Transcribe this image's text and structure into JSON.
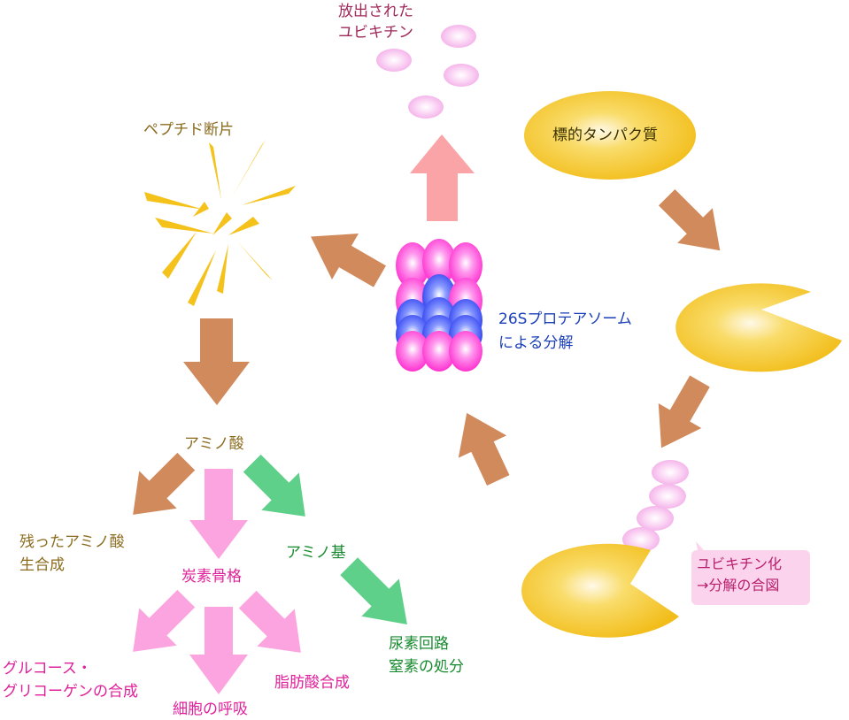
{
  "labels": {
    "released_ubiquitin_1": "放出された",
    "released_ubiquitin_2": "ユビキチン",
    "target_protein": "標的タンパク質",
    "peptide_fragments": "ペプチド断片",
    "proteasome_1": "26Sプロテアソーム",
    "proteasome_2": "による分解",
    "amino_acid": "アミノ酸",
    "remaining_aa_1": "残ったアミノ酸",
    "remaining_aa_2": "生合成",
    "carbon_skeleton": "炭素骨格",
    "amino_group": "アミノ基",
    "urea_cycle_1": "尿素回路",
    "urea_cycle_2": "窒素の処分",
    "glucose_1": "グルコース・",
    "glucose_2": "グリコーゲンの合成",
    "respiration": "細胞の呼吸",
    "fatty_acid": "脂肪酸合成",
    "ubiquitination_1": "ユビキチン化",
    "ubiquitination_2": "→分解の合図"
  },
  "colors": {
    "brown_arrow": "#d08a5c",
    "pink_arrow": "#fca4e0",
    "green_arrow": "#5fd08a",
    "salmon_arrow": "#faa4a8",
    "protein_yellow": "#f6c224",
    "ubiquitin_pink": "#f6b4ec",
    "proteasome_magenta": "#ff33cc",
    "proteasome_blue": "#3344ff",
    "fragment_yellow": "#f4c21a"
  }
}
